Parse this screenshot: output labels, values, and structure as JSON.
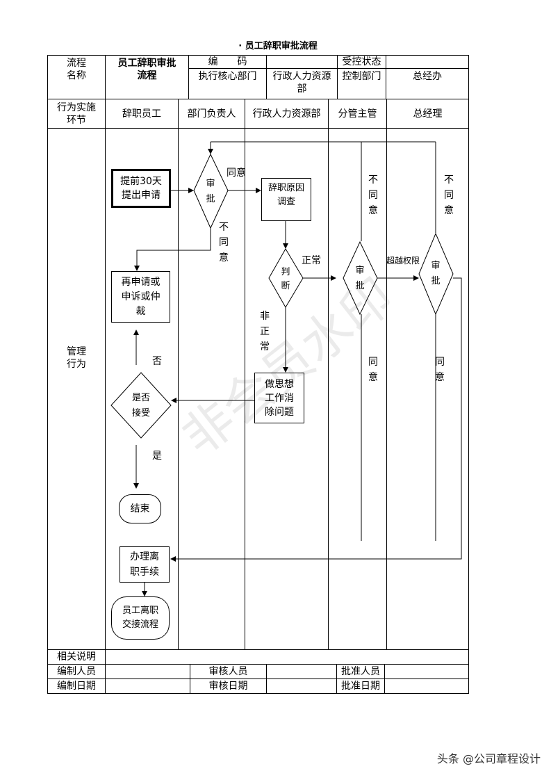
{
  "doc_title": "· 员工辞职审批流程",
  "header": {
    "process_name_label": "流程\n名称",
    "process_name_value": "员工辞职审批\n流程",
    "code_label": "编　　码",
    "control_status_label": "受控状态",
    "exec_dept_label": "执行核心部门",
    "exec_dept_value": "行政人力资源\n部",
    "control_dept_label": "控制部门",
    "control_dept_value": "总经办"
  },
  "lanes_label": "行为实施\n环节",
  "lanes": [
    "辞职员工",
    "部门负责人",
    "行政人力资源部",
    "分管主管",
    "总经理"
  ],
  "row_label": "管理\n行为",
  "nodes": {
    "apply": "提前30天\n提出申请",
    "approve1": "审\n批",
    "reason": "辞职原因\n调查",
    "judge": "判\n断",
    "reapply": "再申请或\n申诉或仲\n裁",
    "accept": "是否\n接受",
    "work": "做思想\n工作消\n除问题",
    "end": "结束",
    "approve2": "审\n批",
    "approve3": "审\n批",
    "procedure": "办理离\n职手续",
    "handover": "员工离职\n交接流程"
  },
  "edge_labels": {
    "agree1": "同意",
    "disagree1": "不\n同\n意",
    "normal": "正常",
    "abnormal": "非\n正\n常",
    "no": "否",
    "yes": "是",
    "exceed": "超越权限",
    "disagree2": "不\n同\n意",
    "disagree3": "不\n同\n意",
    "agree2": "同\n意",
    "agree3": "同\n意"
  },
  "footer": {
    "notes_label": "相关说明",
    "author_label": "编制人员",
    "reviewer_label": "审核人员",
    "approver_label": "批准人员",
    "date_label": "编制日期",
    "review_date_label": "审核日期",
    "approve_date_label": "批准日期"
  },
  "watermark": "非会员水印",
  "credit": "头条 @公司章程设计"
}
